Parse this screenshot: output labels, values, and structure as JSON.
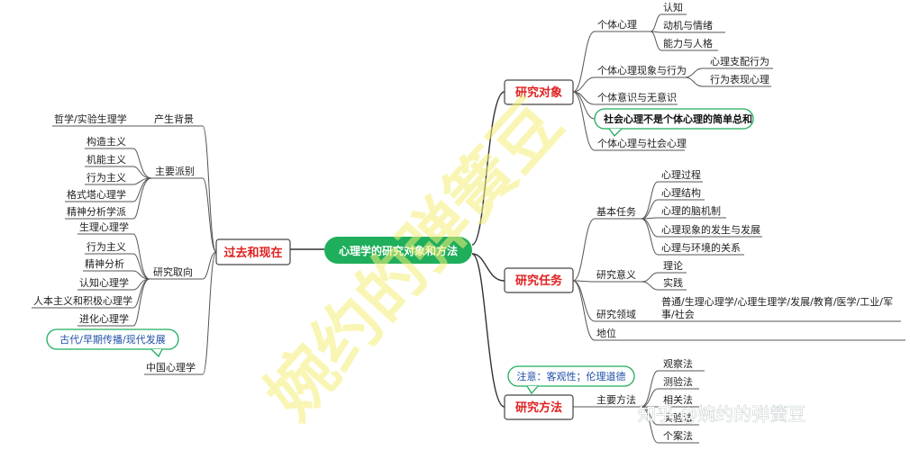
{
  "center": "心理学的研究对象和方法",
  "left": {
    "title": "过去和现在",
    "groups": {
      "background": {
        "label": "产生背景",
        "items": [
          "哲学/实验生理学"
        ]
      },
      "schools": {
        "label": "主要派别",
        "items": [
          "构造主义",
          "机能主义",
          "行为主义",
          "格式塔心理学",
          "精神分析学派"
        ]
      },
      "orientations": {
        "label": "研究取向",
        "items": [
          "生理心理学",
          "行为主义",
          "精神分析",
          "认知心理学",
          "人本主义和积极心理学",
          "进化心理学"
        ]
      },
      "china": {
        "label": "中国心理学",
        "callout": "古代/早期传播/现代发展"
      }
    }
  },
  "right": {
    "object": {
      "title": "研究对象",
      "individual": {
        "label": "个体心理",
        "items": [
          "认知",
          "动机与情绪",
          "能力与人格"
        ]
      },
      "phenomena": {
        "label": "个体心理现象与行为",
        "items": [
          "心理支配行为",
          "行为表现心理"
        ]
      },
      "conscious": "个体意识与无意识",
      "social_note": "社会心理不是个体心理的简单总和",
      "social": "个体心理与社会心理"
    },
    "task": {
      "title": "研究任务",
      "basic": {
        "label": "基本任务",
        "items": [
          "心理过程",
          "心理结构",
          "心理的脑机制",
          "心理现象的发生与发展",
          "心理与环境的关系"
        ]
      },
      "meaning": {
        "label": "研究意义",
        "items": [
          "理论",
          "实践"
        ]
      },
      "fields": {
        "label": "研究领域",
        "line1": "普通/生理心理学/心理生理学/发展/教育/医学/工业/军",
        "line2": "事/社会"
      },
      "status": "地位"
    },
    "method": {
      "title": "研究方法",
      "callout": "注意：客观性；伦理道德",
      "main": {
        "label": "主要方法",
        "items": [
          "观察法",
          "测验法",
          "相关法",
          "实验法",
          "个案法"
        ]
      }
    }
  },
  "watermark": "婉约的弹簧豆",
  "credit": "知乎 @婉约的弹簧豆"
}
